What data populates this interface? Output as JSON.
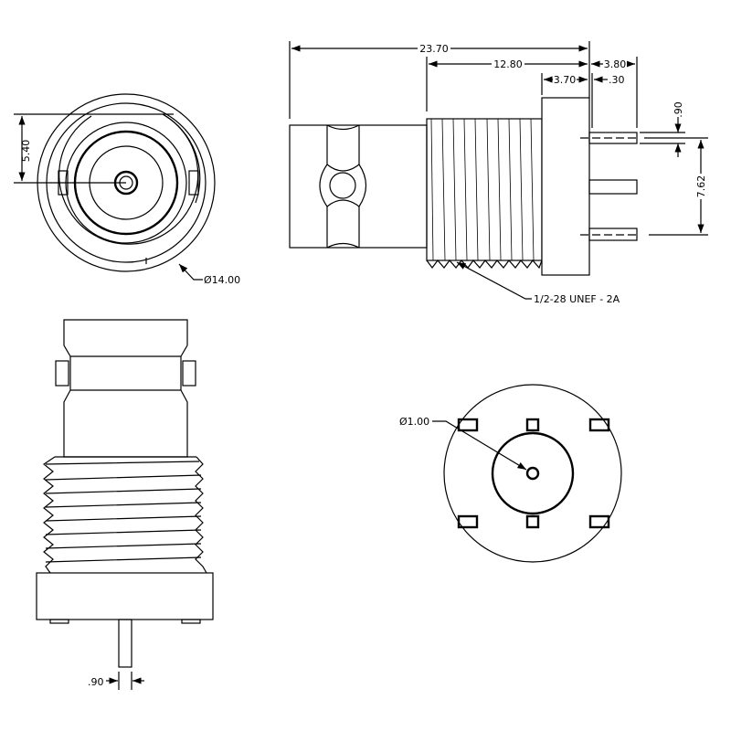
{
  "drawing": {
    "front_view": {
      "dim_height": "5.40",
      "dim_diameter": "Ø14.00"
    },
    "side_view": {
      "dim_total_length": "23.70",
      "dim_thread_length": "12.80",
      "dim_pin_length": "3.80",
      "dim_flange": "3.70",
      "dim_offset": ".30",
      "dim_pin_width": ".90",
      "dim_pin_spacing": "7.62",
      "thread_callout": "1/2-28 UNEF - 2A"
    },
    "top_view": {
      "dim_pin_width": ".90"
    },
    "rear_view": {
      "dim_hole": "Ø1.00"
    }
  }
}
